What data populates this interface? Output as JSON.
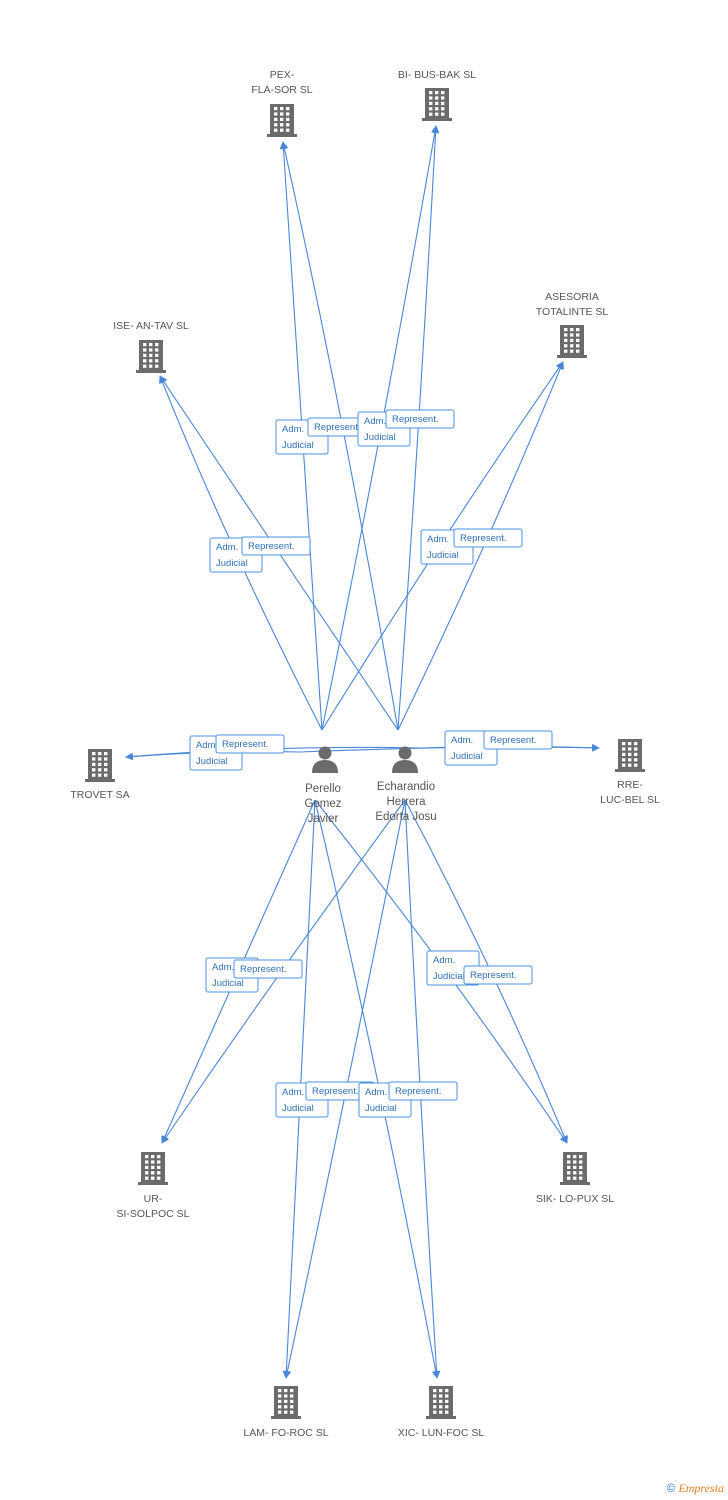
{
  "persons": [
    {
      "id": "perello",
      "lines": [
        "Perello",
        "Gomez",
        "Javier"
      ]
    },
    {
      "id": "echarandio",
      "lines": [
        "Echarandio",
        "Herrera",
        "Edorta Josu"
      ]
    }
  ],
  "companies": [
    {
      "id": "pex",
      "lines": [
        "PEX-",
        "FLA-SOR SL"
      ]
    },
    {
      "id": "bibus",
      "lines": [
        "BI- BUS-BAK SL"
      ]
    },
    {
      "id": "ise",
      "lines": [
        "ISE- AN-TAV SL"
      ]
    },
    {
      "id": "asesoria",
      "lines": [
        "ASESORIA",
        "TOTALINTE SL"
      ]
    },
    {
      "id": "trovet",
      "lines": [
        "TROVET SA"
      ]
    },
    {
      "id": "rre",
      "lines": [
        "RRE-",
        "LUC-BEL SL"
      ]
    },
    {
      "id": "ursi",
      "lines": [
        "UR-",
        "SI-SOLPOC SL"
      ]
    },
    {
      "id": "sik",
      "lines": [
        "SIK- LO-PUX SL"
      ]
    },
    {
      "id": "lam",
      "lines": [
        "LAM- FO-ROC SL"
      ]
    },
    {
      "id": "xic",
      "lines": [
        "XIC- LUN-FOC SL"
      ]
    }
  ],
  "role_labels": {
    "adm_line1": "Adm.",
    "adm_line2": "Judicial",
    "represent": "Represent."
  },
  "edges": [
    {
      "from": "perello",
      "to": "pex",
      "role": "adm"
    },
    {
      "from": "echarandio",
      "to": "pex",
      "role": "represent"
    },
    {
      "from": "perello",
      "to": "bibus",
      "role": "adm"
    },
    {
      "from": "echarandio",
      "to": "bibus",
      "role": "represent"
    },
    {
      "from": "perello",
      "to": "ise",
      "role": "adm"
    },
    {
      "from": "echarandio",
      "to": "ise",
      "role": "represent"
    },
    {
      "from": "perello",
      "to": "asesoria",
      "role": "adm"
    },
    {
      "from": "echarandio",
      "to": "asesoria",
      "role": "represent"
    },
    {
      "from": "perello",
      "to": "trovet",
      "role": "adm"
    },
    {
      "from": "echarandio",
      "to": "trovet",
      "role": "represent"
    },
    {
      "from": "perello",
      "to": "rre",
      "role": "adm"
    },
    {
      "from": "echarandio",
      "to": "rre",
      "role": "represent"
    },
    {
      "from": "perello",
      "to": "ursi",
      "role": "adm"
    },
    {
      "from": "echarandio",
      "to": "ursi",
      "role": "represent"
    },
    {
      "from": "perello",
      "to": "sik",
      "role": "adm"
    },
    {
      "from": "echarandio",
      "to": "sik",
      "role": "represent"
    },
    {
      "from": "perello",
      "to": "lam",
      "role": "adm"
    },
    {
      "from": "echarandio",
      "to": "lam",
      "role": "represent"
    },
    {
      "from": "perello",
      "to": "xic",
      "role": "adm"
    },
    {
      "from": "echarandio",
      "to": "xic",
      "role": "represent"
    }
  ],
  "footer": {
    "copyright": "©",
    "brand": "Empresia"
  },
  "colors": {
    "edge": "#4a86d8",
    "icon": "#6b6b6b",
    "tag_border": "#4a90e2",
    "brand": "#e07b1a"
  }
}
